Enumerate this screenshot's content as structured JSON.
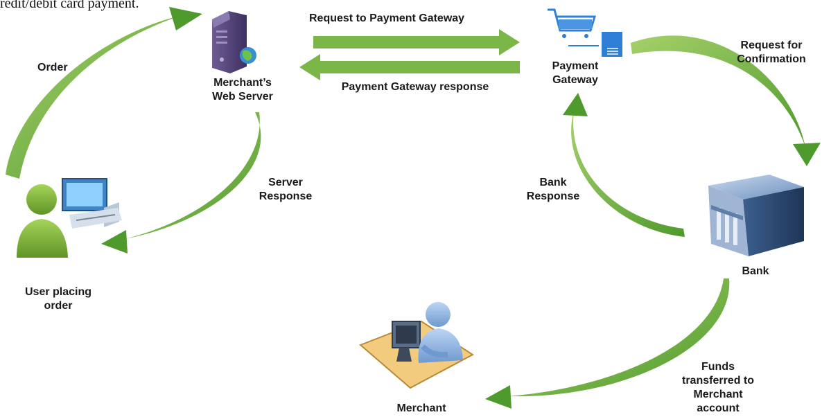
{
  "header": {
    "clipped_text": "redit/debit card payment."
  },
  "nodes": {
    "web_server": {
      "line1": "Merchant’s",
      "line2": "Web Server"
    },
    "payment_gateway": {
      "line1": "Payment",
      "line2": "Gateway"
    },
    "bank": {
      "label": "Bank"
    },
    "user": {
      "line1": "User placing",
      "line2": "order"
    },
    "merchant": {
      "label": "Merchant"
    }
  },
  "edges": {
    "request_to_gateway": "Request to Payment Gateway",
    "gateway_response": "Payment Gateway response",
    "order": "Order",
    "request_confirmation": {
      "line1": "Request for",
      "line2": "Confirmation"
    },
    "server_response": {
      "line1": "Server",
      "line2": "Response"
    },
    "bank_response": {
      "line1": "Bank",
      "line2": "Response"
    },
    "funds_transferred": {
      "line1": "Funds",
      "line2": "transferred to",
      "line3": "Merchant",
      "line4": "account"
    }
  },
  "colors": {
    "arrow_green": "#7ab648",
    "arrow_green_dark": "#4e8a2a",
    "server_purple": "#5a4a7a",
    "gateway_blue": "#2f7fd6",
    "bank_blue": "#5b86b8",
    "person_green": "#8cbf3f",
    "merchant_blue": "#8fb5e6"
  }
}
